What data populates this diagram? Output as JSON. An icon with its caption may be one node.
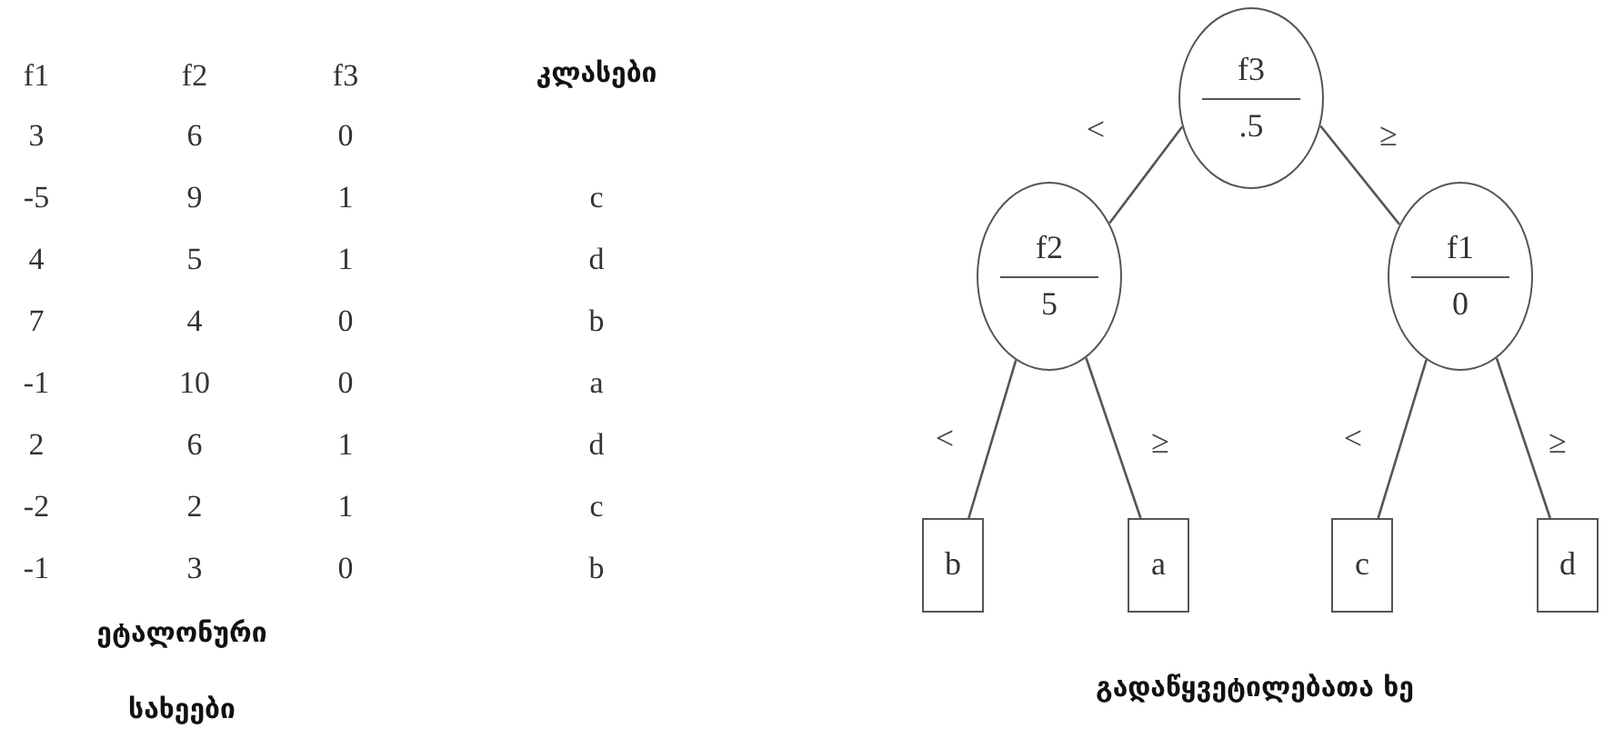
{
  "diagram": {
    "nodes": [
      {
        "text": [
          "f3",
          ".5"
        ]
      },
      {
        "text": [
          "f2",
          "5"
        ]
      },
      {
        "text": [
          "f1",
          "0"
        ]
      },
      {
        "text": [
          "b"
        ]
      },
      {
        "text": [
          "a"
        ]
      },
      {
        "text": [
          "c"
        ]
      },
      {
        "text": [
          "d"
        ]
      }
    ],
    "edges": [
      {
        "from": 0,
        "to": 1,
        "arrow": "none",
        "label": "<"
      },
      {
        "from": 0,
        "to": 2,
        "arrow": "none",
        "label": "≥"
      },
      {
        "from": 1,
        "to": 3,
        "arrow": "none",
        "label": "<"
      },
      {
        "from": 1,
        "to": 4,
        "arrow": "none",
        "label": "≥"
      },
      {
        "from": 2,
        "to": 5,
        "arrow": "none",
        "label": "<"
      },
      {
        "from": 2,
        "to": 6,
        "arrow": "none",
        "label": "≥"
      }
    ],
    "labels": [
      "f1",
      "f2",
      "f3",
      "კლასები",
      "3",
      "6",
      "0",
      "-5",
      "9",
      "1",
      "c",
      "4",
      "5",
      "1",
      "d",
      "7",
      "4",
      "0",
      "b",
      "-1",
      "10",
      "0",
      "a",
      "2",
      "6",
      "1",
      "d",
      "-2",
      "2",
      "1",
      "c",
      "-1",
      "3",
      "0",
      "b",
      "ეტალონური სახეები",
      "გადაწყვეტილებათა ხე"
    ]
  }
}
